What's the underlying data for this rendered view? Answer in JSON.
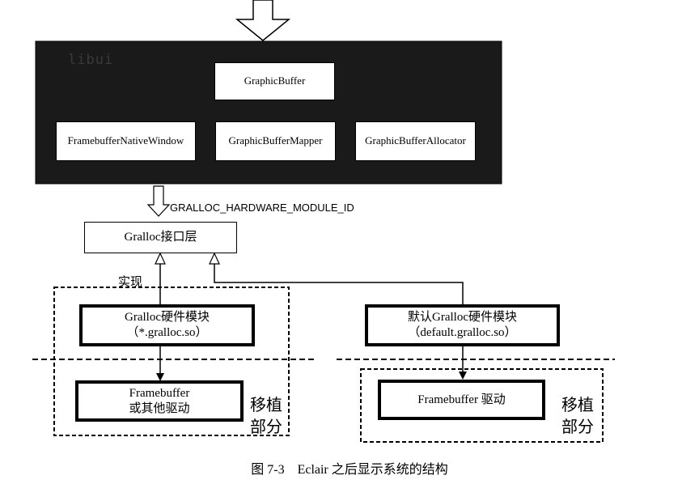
{
  "libui": {
    "label": "libui",
    "graphic_buffer": "GraphicBuffer",
    "framebuffer_native_window": "FramebufferNativeWindow",
    "graphic_buffer_mapper": "GraphicBufferMapper",
    "graphic_buffer_allocator": "GraphicBufferAllocator"
  },
  "connection_label": "GRALLOC_HARDWARE_MODULE_ID",
  "interface_layer": "Gralloc接口层",
  "implements_label": "实现",
  "left_module": {
    "line1": "Gralloc硬件模块",
    "line2": "（*.gralloc.so）"
  },
  "right_module": {
    "line1": "默认Gralloc硬件模块",
    "line2": "（default.gralloc.so）"
  },
  "left_driver": {
    "line1": "Framebuffer",
    "line2": "或其他驱动"
  },
  "right_driver": "Framebuffer  驱动",
  "porting_label": {
    "line1": "移植",
    "line2": "部分"
  },
  "caption": "图 7-3　Eclair 之后显示系统的结构"
}
